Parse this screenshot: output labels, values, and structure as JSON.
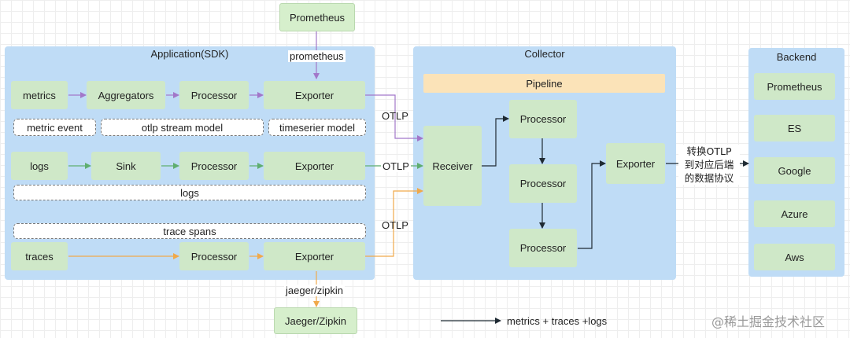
{
  "nodes": {
    "prometheus_top": "Prometheus",
    "jaeger_zipkin": "Jaeger/Zipkin"
  },
  "application": {
    "title": "Application(SDK)",
    "metrics": "metrics",
    "aggregators": "Aggregators",
    "metrics_processor": "Processor",
    "metrics_exporter": "Exporter",
    "tag_metric_event": "metric event",
    "tag_otlp_stream": "otlp stream model",
    "tag_timeserier": "timeserier model",
    "logs": "logs",
    "sink": "Sink",
    "logs_processor": "Processor",
    "logs_exporter": "Exporter",
    "tag_logs": "logs",
    "tag_trace_spans": "trace spans",
    "traces": "traces",
    "traces_processor": "Processor",
    "traces_exporter": "Exporter"
  },
  "collector": {
    "title": "Collector",
    "pipeline": "Pipeline",
    "receiver": "Receiver",
    "processor_1": "Processor",
    "processor_2": "Processor",
    "processor_3": "Processor",
    "exporter": "Exporter"
  },
  "backend": {
    "title": "Backend",
    "items": [
      "Prometheus",
      "ES",
      "Google",
      "Azure",
      "Aws"
    ]
  },
  "edge_labels": {
    "prometheus": "prometheus",
    "otlp_metrics": "OTLP",
    "otlp_logs": "OTLP",
    "otlp_traces": "OTLP",
    "jaeger_zipkin": "jaeger/zipkin",
    "convert_line1": "转换OTLP",
    "convert_line2": "到对应后端",
    "convert_line3": "的数据协议"
  },
  "legend": {
    "label": "metrics + traces +logs"
  },
  "watermark": "@稀土掘金技术社区",
  "colors": {
    "panel": "#bfdcf6",
    "node": "#cfe8c8",
    "pipeline": "#fbe3b8",
    "metrics_arrow": "#a277c9",
    "logs_arrow": "#5fae70",
    "traces_arrow": "#f0a94b",
    "main_arrow": "#1f2a33"
  }
}
